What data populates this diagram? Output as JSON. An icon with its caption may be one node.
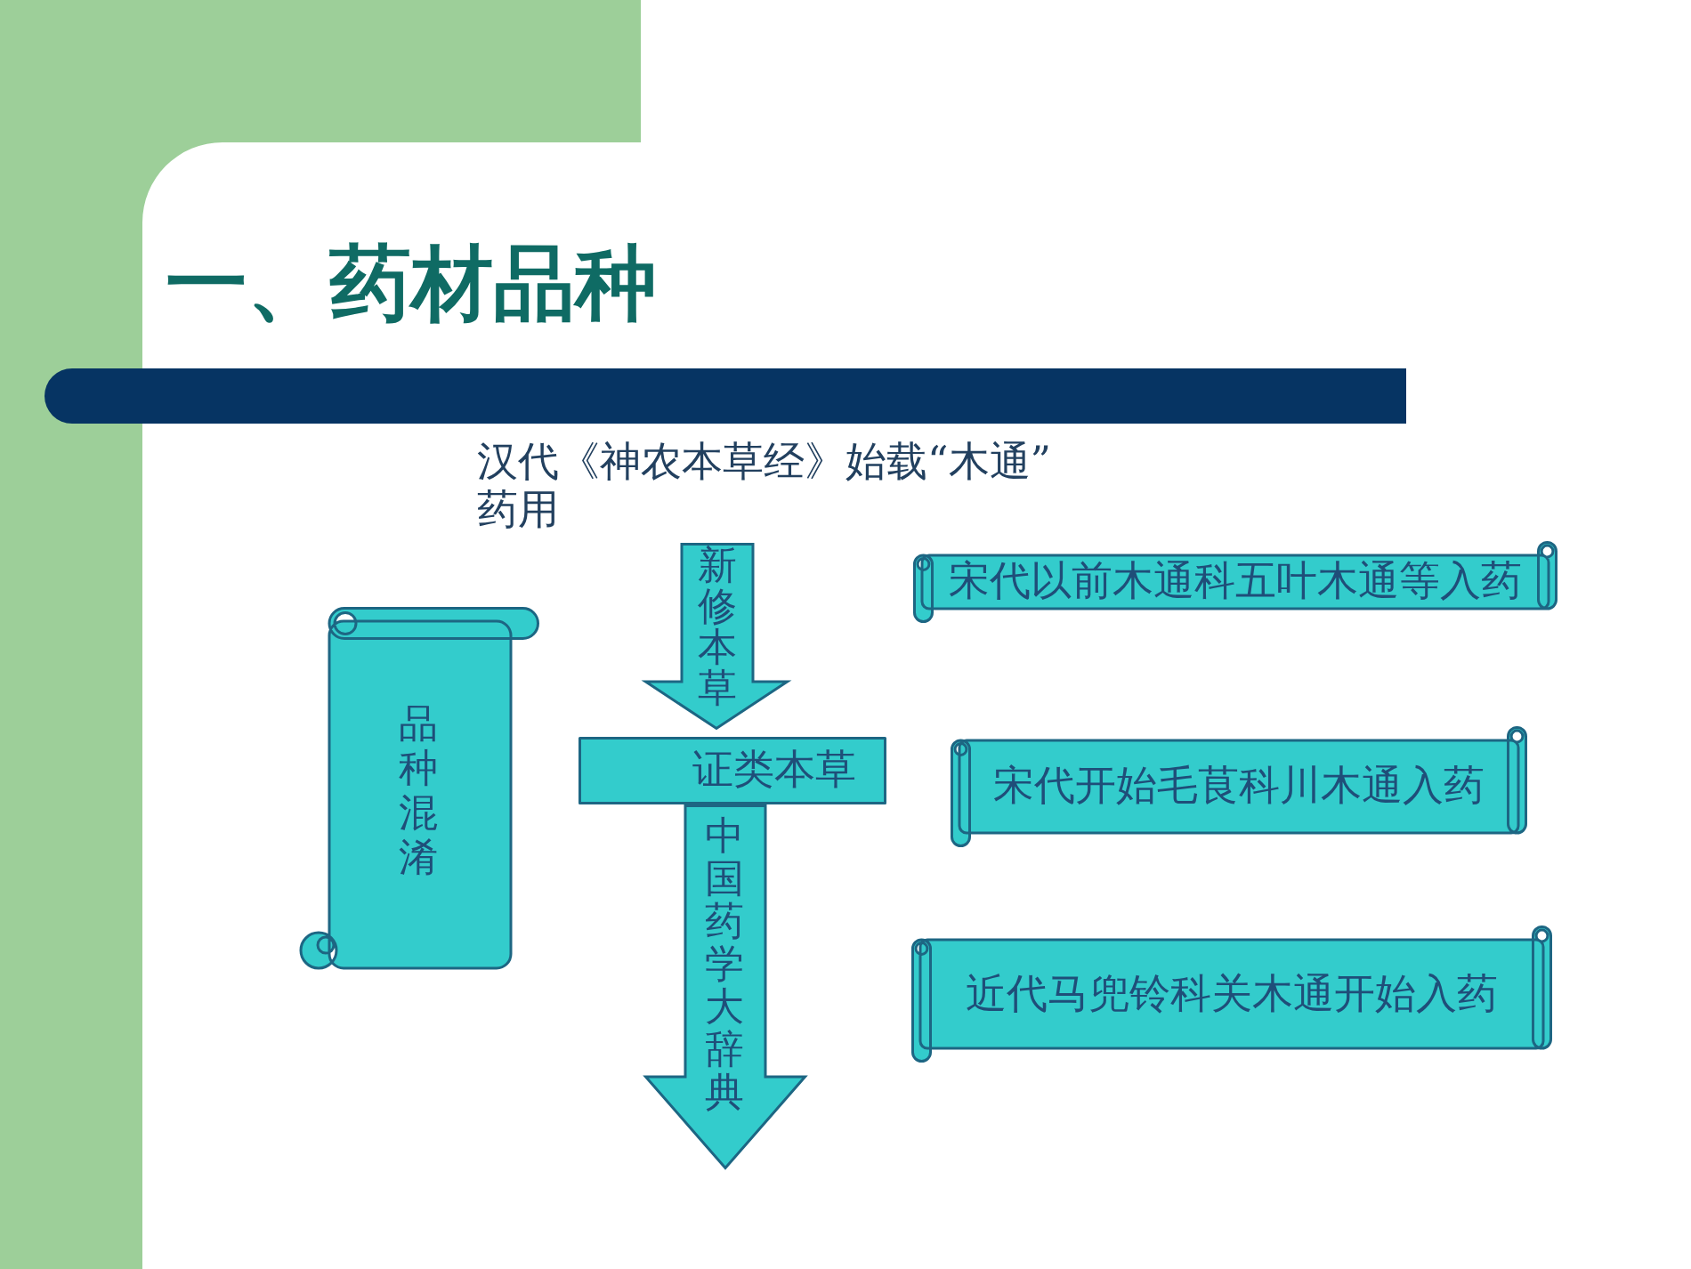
{
  "diagram": {
    "title": "一、药材品种",
    "nodes": [
      {
        "text": [
          "品种混淆"
        ]
      },
      {
        "text": [
          "新修本草"
        ]
      },
      {
        "text": [
          "证类本草"
        ]
      },
      {
        "text": [
          "中国药学大辞典"
        ]
      },
      {
        "text": [
          "宋代以前木通科五叶木通等入药"
        ]
      },
      {
        "text": [
          "宋代开始毛茛科川木通入药"
        ]
      },
      {
        "text": [
          "近代马兜铃科关木通开始入药"
        ]
      }
    ],
    "labels": [
      "汉代《神农本草经》始载“木通”药用"
    ]
  }
}
